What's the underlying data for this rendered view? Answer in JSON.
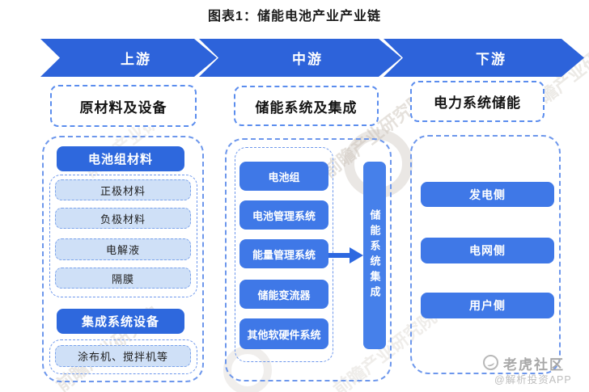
{
  "title": "图表1：储能电池产业产业链",
  "chain": {
    "stages": [
      {
        "label": "上游"
      },
      {
        "label": "中游"
      },
      {
        "label": "下游"
      }
    ]
  },
  "upstream": {
    "header": "原材料及设备",
    "groups": [
      {
        "title": "电池组材料",
        "items": [
          "正极材料",
          "负极材料",
          "电解液",
          "隔膜"
        ]
      },
      {
        "title": "集成系统设备",
        "items": [
          "涂布机、搅拌机等"
        ]
      }
    ]
  },
  "midstream": {
    "header": "储能系统及集成",
    "items": [
      "电池组",
      "电池管理系统",
      "能量管理系统",
      "储能变流器",
      "其他软硬件系统"
    ],
    "integration_label": "储能系统集成"
  },
  "downstream": {
    "header": "电力系统储能",
    "items": [
      "发电侧",
      "电网侧",
      "用户侧"
    ]
  },
  "watermark": {
    "text": "前瞻产业研究院"
  },
  "branding": {
    "logo_icon": "tiger-community-logo",
    "community": "老虎社区",
    "app": "@解析投资APP"
  },
  "colors": {
    "stage_arrow_blue": "#2D63DA",
    "solid_header_blue": "#2E68DD",
    "item_blue": "#3F78E7",
    "integration_blue": "#4680EA",
    "light_item_fill": "#CFE0F7",
    "dashed_border_blue": "#6D97EC",
    "watermark_gray": "#C6BCB2",
    "brand_gray": "#A8A8A8"
  }
}
